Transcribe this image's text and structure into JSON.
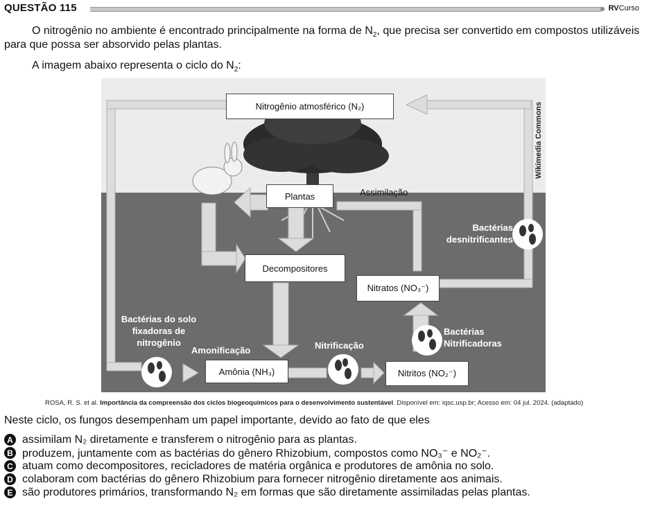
{
  "header": {
    "question": "QUESTÃO 115",
    "brand_bold": "RV",
    "brand_rest": "Curso"
  },
  "text": {
    "p1_a": "O nitrogênio no ambiente é encontrado principalmente na forma de N",
    "p1_sub": "2",
    "p1_b": ", que precisa ser convertido em compostos utilizáveis para que possa ser absorvido pelas plantas.",
    "p2_a": "A imagem abaixo representa o ciclo do N",
    "p2_sub": "2",
    "p2_b": ":"
  },
  "figure": {
    "atmosferico": "Nitrogênio atmosférico (N₂)",
    "plantas": "Plantas",
    "assimilacao": "Assimilação",
    "bact_desn_1": "Bactérias",
    "bact_desn_2": "desnitrificantes",
    "decompositores": "Decompositores",
    "nitratos": "Nitratos (NO₃⁻)",
    "bact_solo_1": "Bactérias do solo",
    "bact_solo_2": "fixadoras de",
    "bact_solo_3": "nitrogênio",
    "amonificacao": "Amonificação",
    "nitrificacao": "Nitrificação",
    "bact_nitr_1": "Bactérias",
    "bact_nitr_2": "Nitrificadoras",
    "amonia": "Amônia (NH₃)",
    "nitritos": "Nitritos (NO₂⁻)",
    "watermark": "Wikimedia Commons"
  },
  "caption": {
    "pre": "ROSA, R. S. et al. ",
    "title": "Importância da compreensão dos ciclos biogeoquímicos para o desenvolvimento sustentável",
    "post": ". Disponível em: iqsc.usp.br; Acesso em: 04 jul. 2024. (adaptado)"
  },
  "stem": "Neste ciclo, os fungos desempenham um papel importante, devido ao fato de que eles",
  "options": [
    {
      "letter": "A",
      "text": "assimilam N₂ diretamente e transferem o nitrogênio para as plantas."
    },
    {
      "letter": "B",
      "text": "produzem, juntamente com as bactérias do gênero Rhizobium, compostos como NO₃⁻ e NO₂⁻."
    },
    {
      "letter": "C",
      "text": "atuam como decompositores, recicladores de matéria orgânica e produtores de amônia no solo."
    },
    {
      "letter": "D",
      "text": "colaboram com bactérias do gênero Rhizobium para fornecer nitrogênio diretamente aos animais."
    },
    {
      "letter": "E",
      "text": "são produtores primários, transformando N₂ em formas que são diretamente assimiladas pelas plantas."
    }
  ]
}
